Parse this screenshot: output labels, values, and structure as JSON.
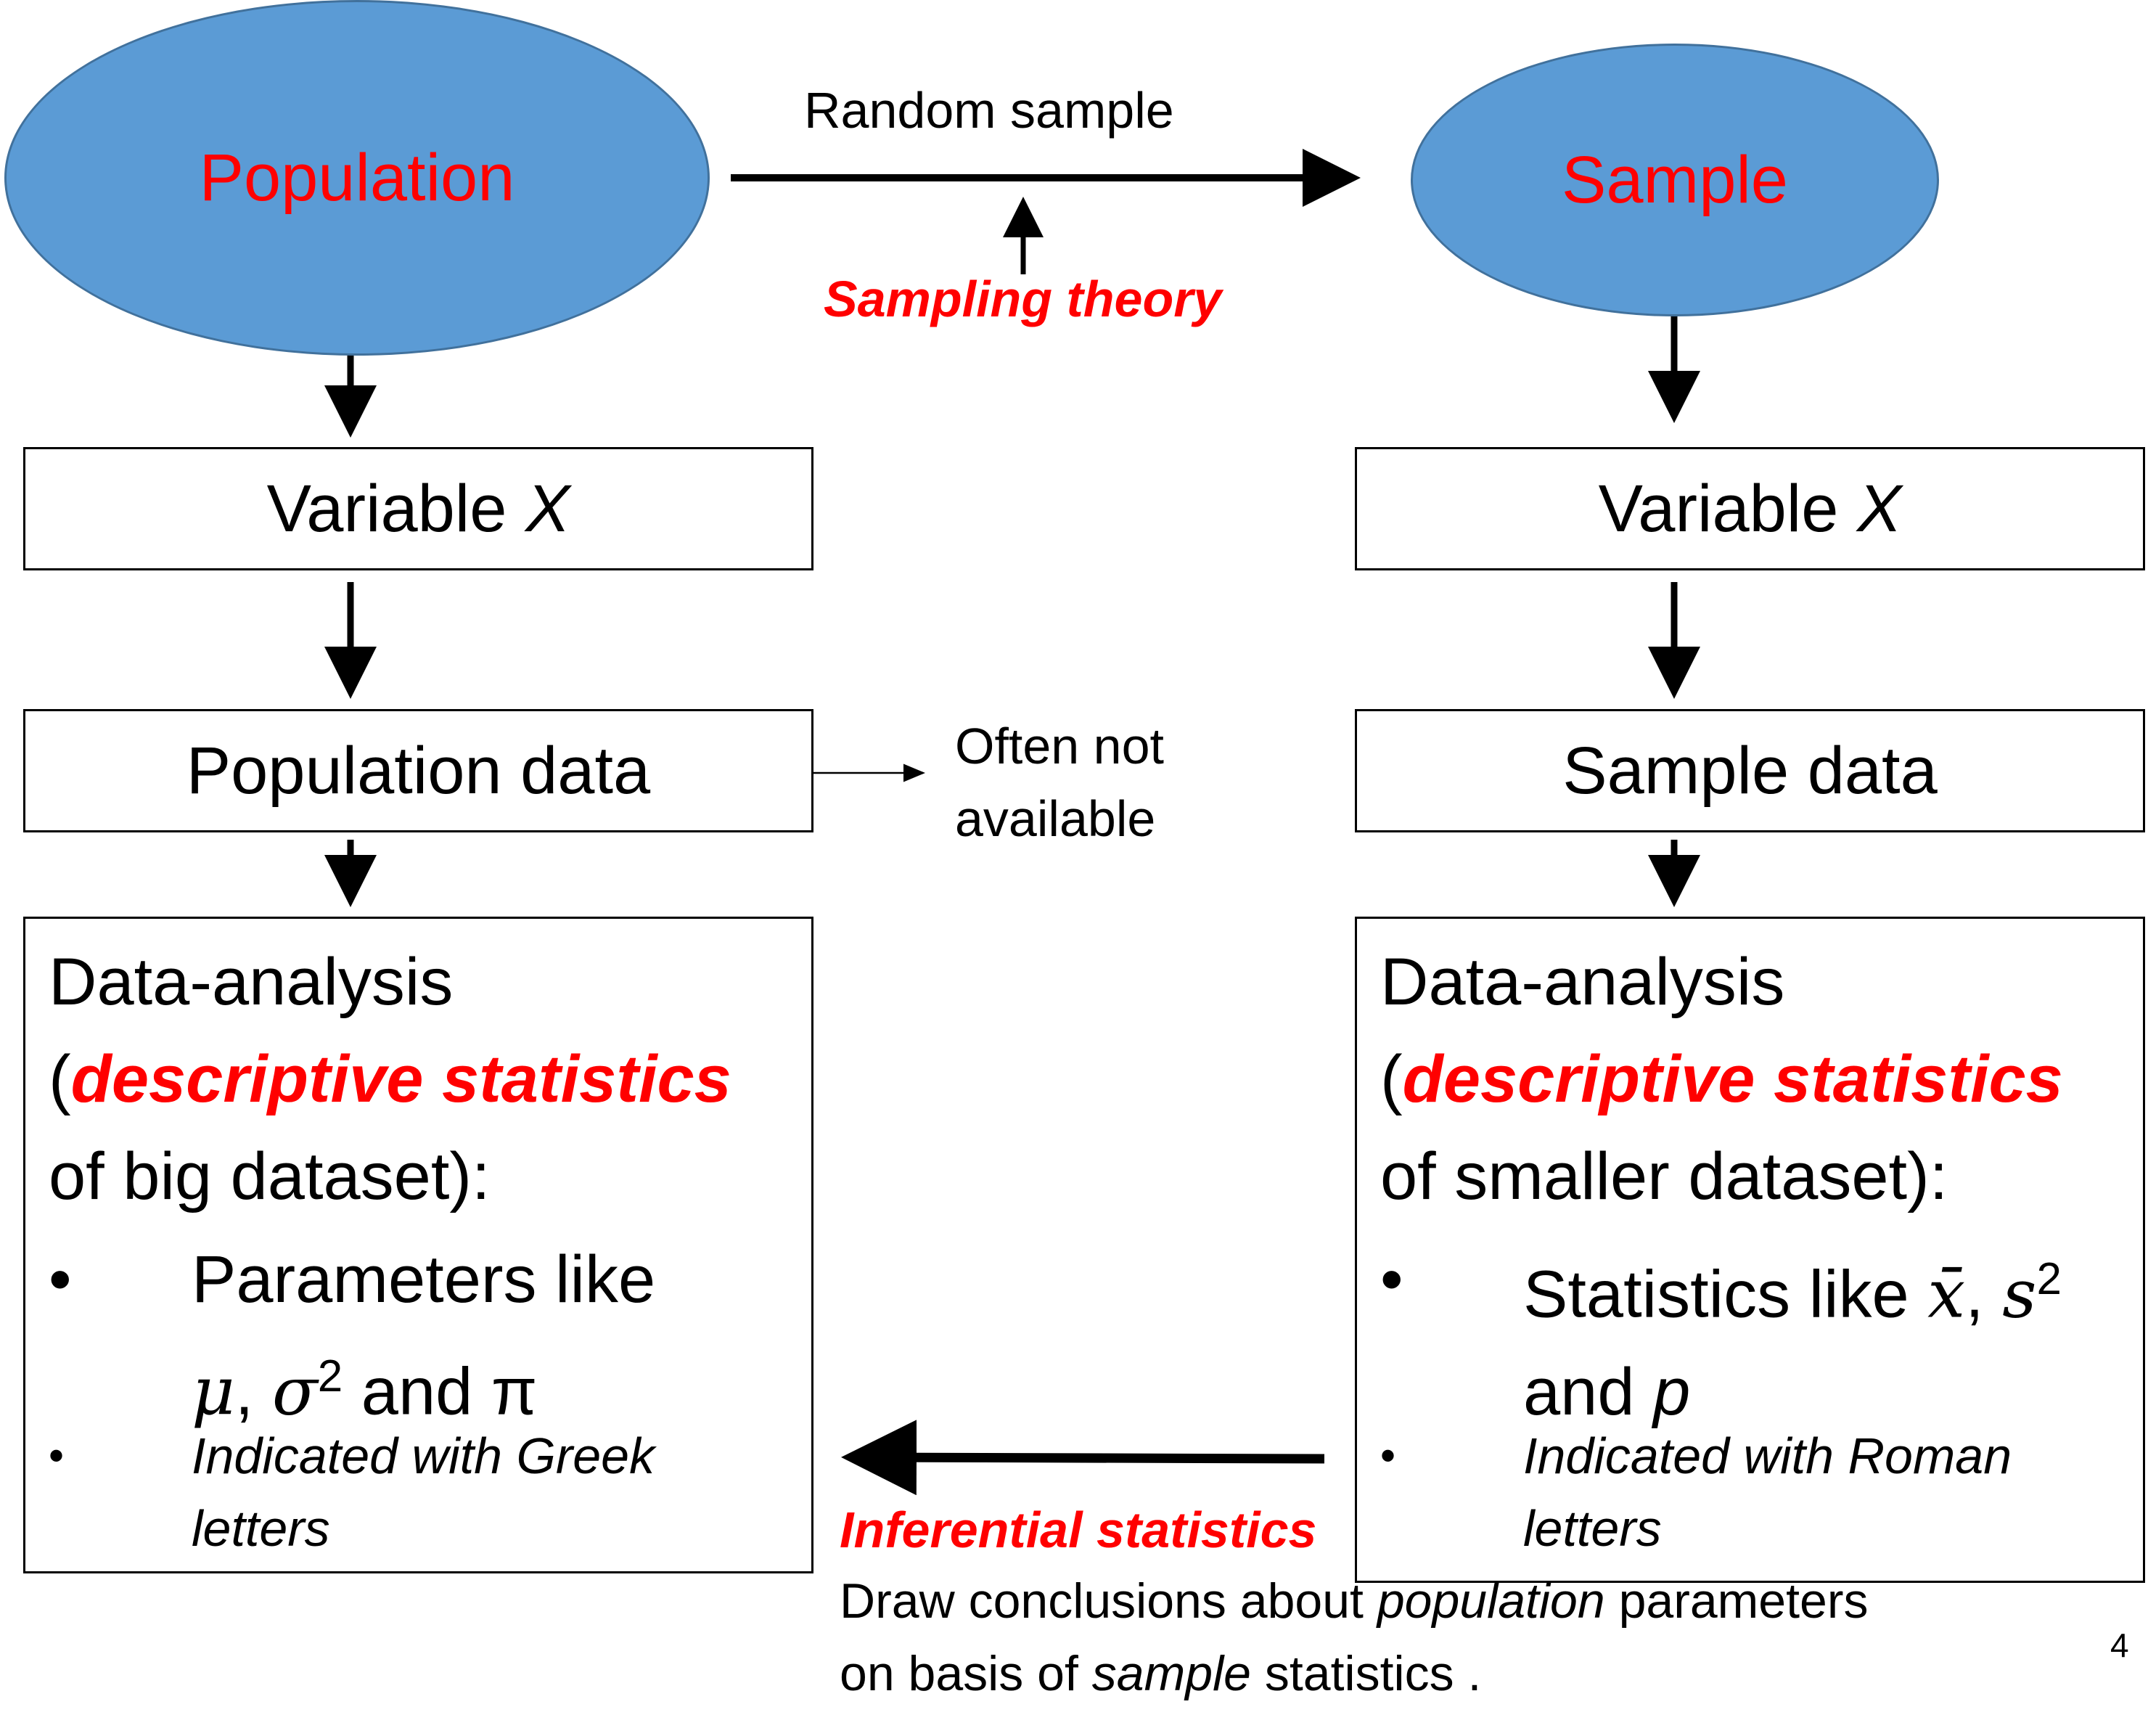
{
  "population": {
    "label": "Population"
  },
  "sample": {
    "label": "Sample"
  },
  "arrows": {
    "random_sample": "Random sample",
    "sampling_theory": "Sampling theory",
    "often_not_available_1": "Often not",
    "often_not_available_2": "available"
  },
  "left": {
    "variable": "Variable ",
    "variable_symbol": "X",
    "data": "Population data",
    "analysis_line1": "Data-analysis",
    "paren_open": "(",
    "descriptive": "descriptive statistics",
    "analysis_line3": "of big dataset):",
    "bullet1_line1": "Parameters like",
    "bullet1_mu": "μ",
    "bullet1_comma": ", ",
    "bullet1_sigma": "σ",
    "bullet1_sup": "2",
    "bullet1_end": " and π",
    "bullet2_line1": "Indicated with Greek",
    "bullet2_line2": "letters"
  },
  "right": {
    "variable": "Variable ",
    "variable_symbol": "X",
    "data": "Sample data",
    "analysis_line1": "Data-analysis",
    "paren_open": "(",
    "descriptive": "descriptive statistics",
    "analysis_line3": "of smaller dataset):",
    "bullet1_line1": "Statistics like ",
    "bullet1_xbar": "x̄",
    "bullet1_comma": ", ",
    "bullet1_s": "s",
    "bullet1_sup": "2",
    "bullet1_and": "and ",
    "bullet1_p": "p",
    "bullet2_line1": "Indicated with Roman",
    "bullet2_line2": "letters"
  },
  "inferential": {
    "title": "Inferential statistics",
    "line1_a": "Draw conclusions about ",
    "line1_b": "population",
    "line1_c": " parameters",
    "line2_a": "on basis of ",
    "line2_b": "sample",
    "line2_c": " statistics ."
  },
  "bullet_char": "•",
  "page_number": "4"
}
